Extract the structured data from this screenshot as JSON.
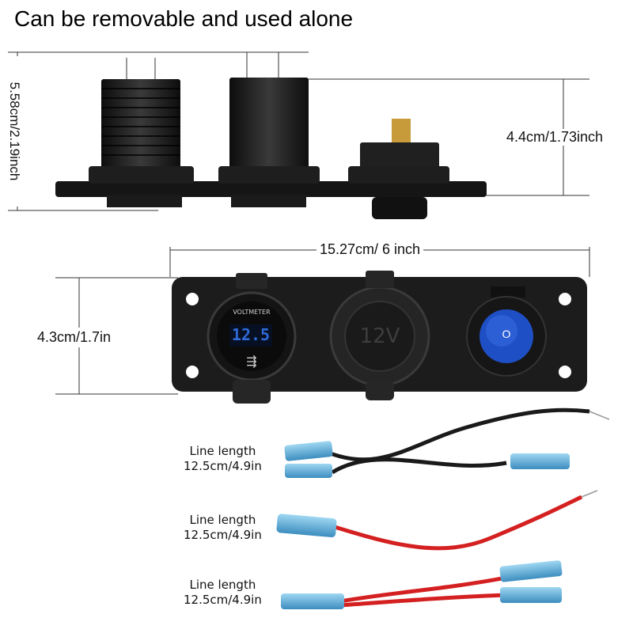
{
  "title": "Can be removable and used alone",
  "dimensions": {
    "total_height": "5.58cm/2.19inch",
    "socket_height": "4.4cm/1.73inch",
    "panel_width": "15.27cm/ 6 inch",
    "panel_height": "4.3cm/1.7in"
  },
  "voltmeter": {
    "label": "VOLTMETER",
    "reading": "12.5"
  },
  "socket_label": "12V",
  "switch_label": "O",
  "wires": [
    {
      "label": "Line length",
      "length": "12.5cm/4.9in",
      "color": "#1a1a1a"
    },
    {
      "label": "Line length",
      "length": "12.5cm/4.9in",
      "color": "#d42020"
    },
    {
      "label": "Line length",
      "length": "12.5cm/4.9in",
      "color": "#d42020"
    }
  ],
  "colors": {
    "panel": "#1c1c1c",
    "display": "#2f6ad8",
    "switch": "#1f4fc4",
    "connector": "#5aa9d6"
  }
}
